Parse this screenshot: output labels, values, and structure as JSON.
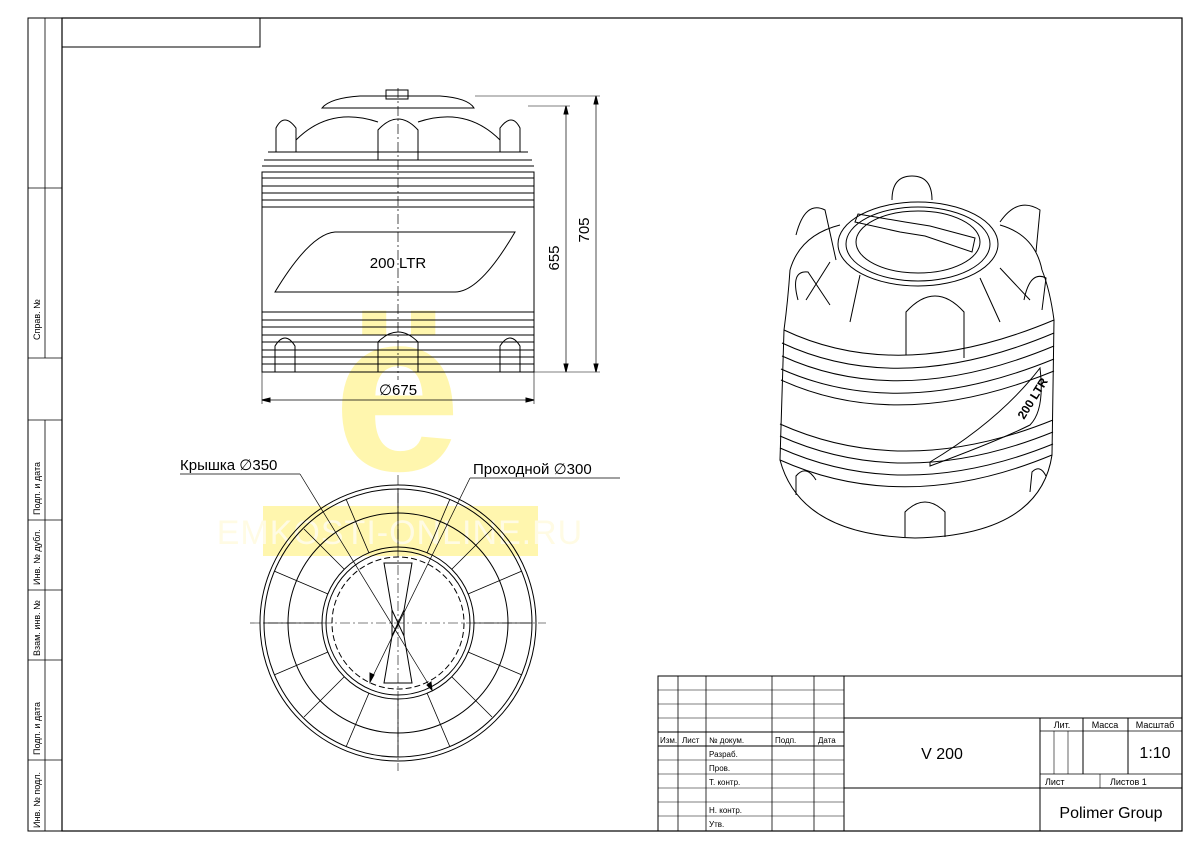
{
  "side_strip": {
    "labels": [
      "Справ. №",
      "Подп. и дата",
      "Инв. № дубл.",
      "Взам. инв. №",
      "Подп. и дата",
      "Инв. № подл."
    ]
  },
  "front_view": {
    "tank_label": "200 LTR",
    "dimensions": {
      "height_total": "705",
      "height_body": "655",
      "diameter": "∅675"
    }
  },
  "top_view": {
    "lid_label": "Крышка ∅350",
    "opening_label": "Проходной ∅300"
  },
  "iso_view": {
    "tank_label": "200 LTR"
  },
  "watermark": {
    "glyph": "ё",
    "text": "EMKOSTI-ONLINE.RU",
    "color": "#fff5a0"
  },
  "title_block": {
    "columns": [
      "Изм.",
      "Лист",
      "№ докум.",
      "Подп.",
      "Дата"
    ],
    "rows": [
      "Разраб.",
      "Пров.",
      "Т. контр.",
      "Н. контр.",
      "Утв."
    ],
    "designation": "V 200",
    "lit_label": "Лит.",
    "mass_label": "Масса",
    "scale_label": "Масштаб",
    "scale_value": "1:10",
    "sheet_label": "Лист",
    "sheets_label": "Листов 1",
    "organization": "Polimer Group"
  }
}
